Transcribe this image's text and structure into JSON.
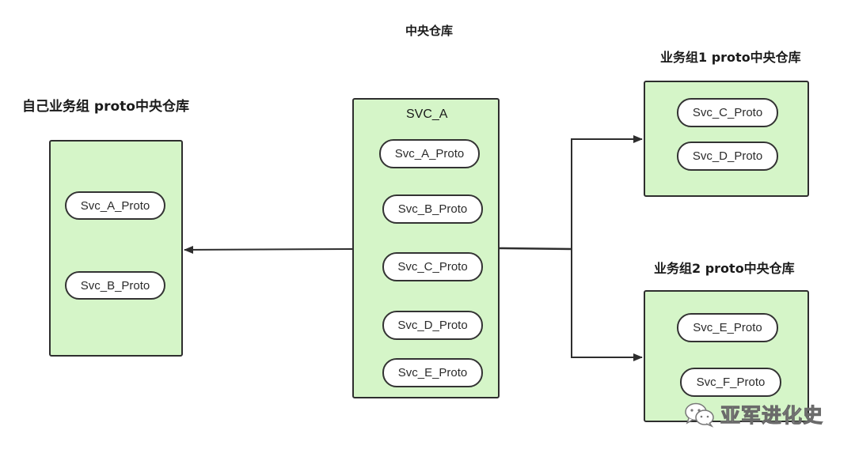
{
  "top_title": "中央仓库",
  "left_group": {
    "title": "自己业务组 proto中央仓库",
    "items": [
      "Svc_A_Proto",
      "Svc_B_Proto"
    ]
  },
  "center_group": {
    "title": "SVC_A",
    "items": [
      "Svc_A_Proto",
      "Svc_B_Proto",
      "Svc_C_Proto",
      "Svc_D_Proto",
      "Svc_E_Proto"
    ]
  },
  "right_group_1": {
    "title": "业务组1 proto中央仓库",
    "items": [
      "Svc_C_Proto",
      "Svc_D_Proto"
    ]
  },
  "right_group_2": {
    "title": "业务组2 proto中央仓库",
    "items": [
      "Svc_E_Proto",
      "Svc_F_Proto"
    ]
  },
  "watermark": {
    "text": "亚军进化史",
    "icon": "wechat-icon"
  },
  "colors": {
    "box_fill": "#d5f5c8",
    "border": "#2e2e2e",
    "pill_fill": "#ffffff"
  }
}
